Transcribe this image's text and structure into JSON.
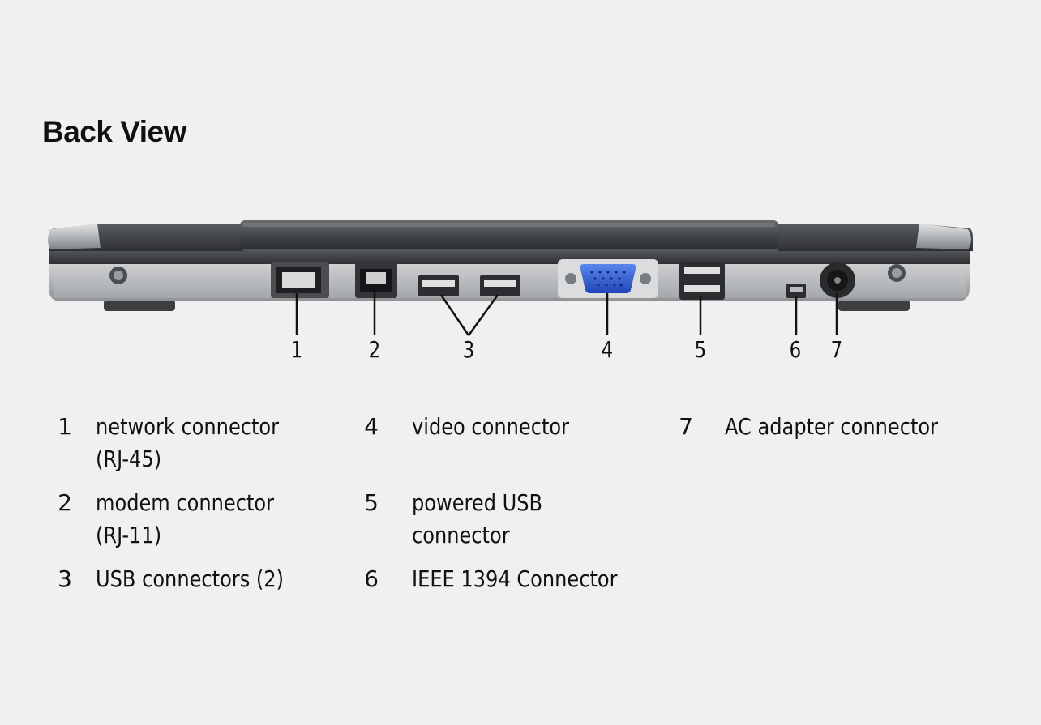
{
  "title": "Back View",
  "callouts": [
    "1",
    "2",
    "3",
    "4",
    "5",
    "6",
    "7"
  ],
  "legend": [
    {
      "number": "1",
      "line1": "network connector",
      "line2": "(RJ-45)"
    },
    {
      "number": "2",
      "line1": "modem connector",
      "line2": "(RJ-11)"
    },
    {
      "number": "3",
      "line1": "USB connectors (2)",
      "line2": ""
    },
    {
      "number": "4",
      "line1": "video connector",
      "line2": ""
    },
    {
      "number": "5",
      "line1": "powered USB",
      "line2": "connector"
    },
    {
      "number": "6",
      "line1": "IEEE 1394 Connector",
      "line2": ""
    },
    {
      "number": "7",
      "line1": "AC adapter connector",
      "line2": ""
    }
  ],
  "colors": {
    "background": "#f0f0f0",
    "chassis_dark": "#3a3c3f",
    "chassis_silver": "#b9bcbe",
    "vga_blue": "#2f5bd1",
    "text": "#111111"
  }
}
